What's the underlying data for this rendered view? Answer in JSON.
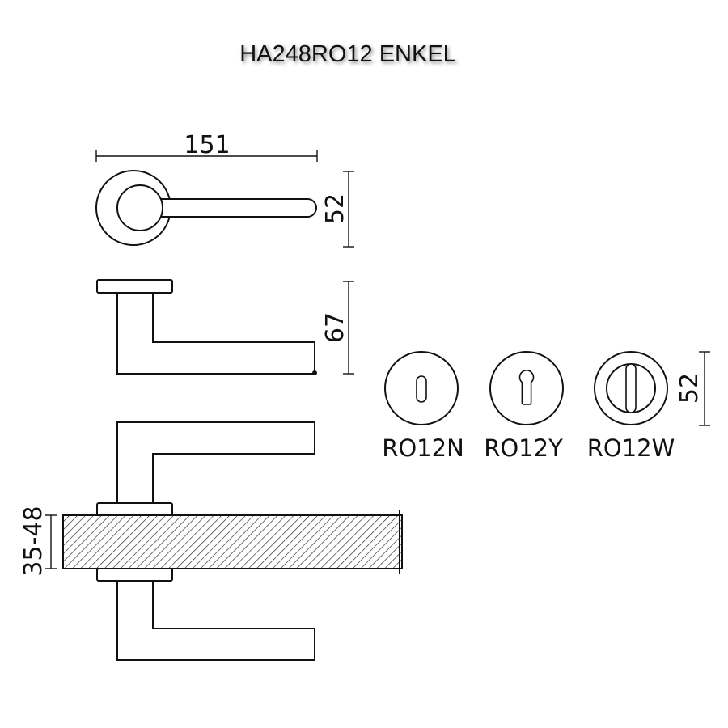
{
  "title": "HA248RO12  ENKEL",
  "dimensions": {
    "lever_length": "151",
    "rose_diameter_top": "52",
    "lever_height": "67",
    "rose_diameter_escutcheon": "52",
    "door_thickness": "35-48"
  },
  "escutcheons": [
    {
      "code": "RO12N",
      "hole": "keyhole"
    },
    {
      "code": "RO12Y",
      "hole": "profile-cylinder"
    },
    {
      "code": "RO12W",
      "hole": "wc-turn"
    }
  ]
}
